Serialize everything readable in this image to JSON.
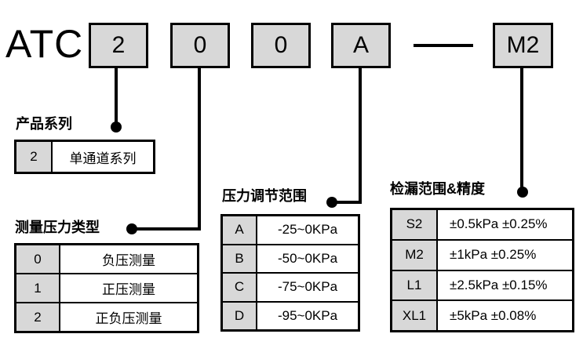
{
  "model_code": {
    "prefix": "ATC",
    "boxes": [
      "2",
      "0",
      "0",
      "A",
      "M2"
    ],
    "separator": "—"
  },
  "sections": [
    {
      "title": "产品系列",
      "rows": [
        {
          "code": "2",
          "desc": "单通道系列"
        }
      ]
    },
    {
      "title": "测量压力类型",
      "rows": [
        {
          "code": "0",
          "desc": "负压测量"
        },
        {
          "code": "1",
          "desc": "正压测量"
        },
        {
          "code": "2",
          "desc": "正负压测量"
        }
      ]
    },
    {
      "title": "压力调节范围",
      "rows": [
        {
          "code": "A",
          "desc": "-25~0KPa"
        },
        {
          "code": "B",
          "desc": "-50~0KPa"
        },
        {
          "code": "C",
          "desc": "-75~0KPa"
        },
        {
          "code": "D",
          "desc": "-95~0KPa"
        }
      ]
    },
    {
      "title": "检漏范围&精度",
      "rows": [
        {
          "code": "S2",
          "desc": "±0.5kPa ±0.25%"
        },
        {
          "code": "M2",
          "desc": "±1kPa ±0.25%"
        },
        {
          "code": "L1",
          "desc": "±2.5kPa ±0.15%"
        },
        {
          "code": "XL1",
          "desc": "±5kPa ±0.08%"
        }
      ]
    }
  ],
  "colors": {
    "box_fill": "#d8d8d8",
    "line": "#000000",
    "background": "#ffffff"
  }
}
